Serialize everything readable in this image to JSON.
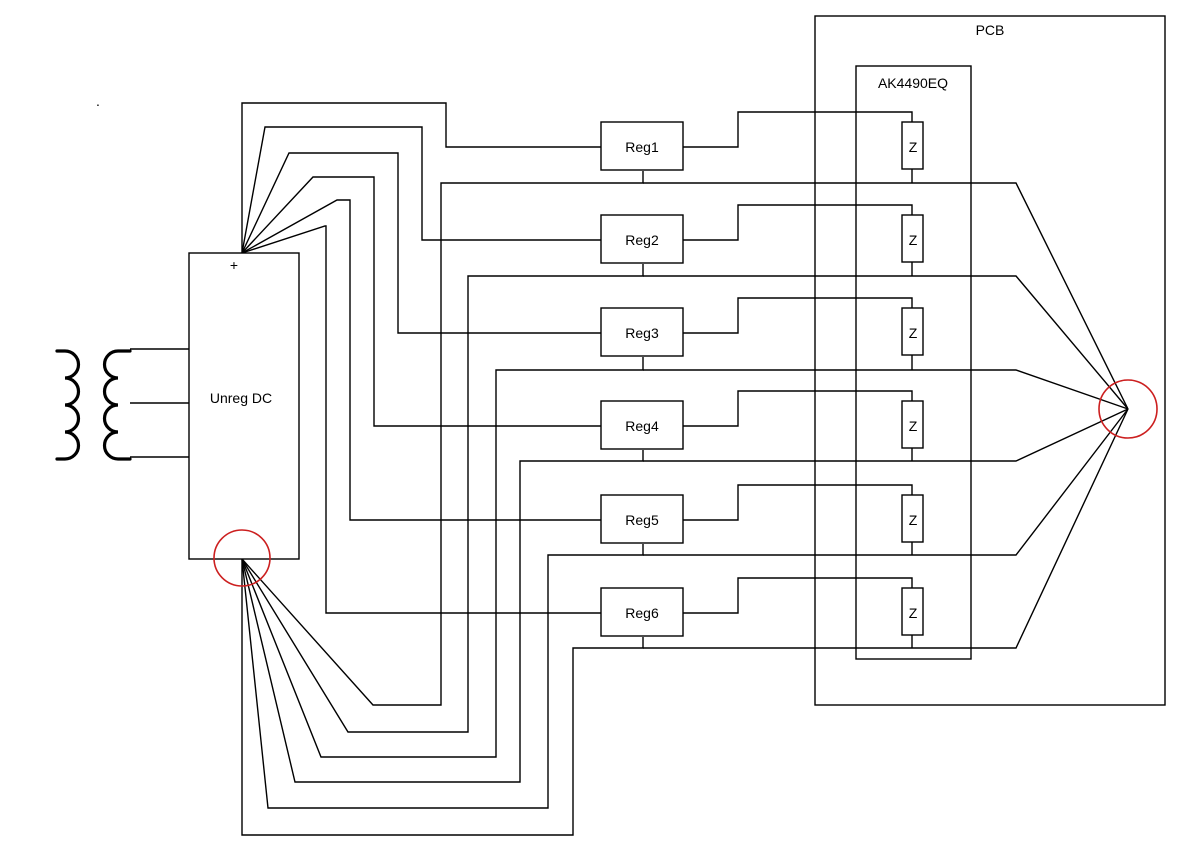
{
  "pcb": {
    "label": "PCB"
  },
  "chip": {
    "label": "AK4490EQ"
  },
  "supply": {
    "label": "Unreg DC",
    "plus_label": "+"
  },
  "regulators": [
    "Reg1",
    "Reg2",
    "Reg3",
    "Reg4",
    "Reg5",
    "Reg6"
  ],
  "impedances": [
    "Z",
    "Z",
    "Z",
    "Z",
    "Z",
    "Z"
  ],
  "colors": {
    "line": "#000000",
    "star_ground": "#cc1f1f"
  },
  "stray_mark": "."
}
